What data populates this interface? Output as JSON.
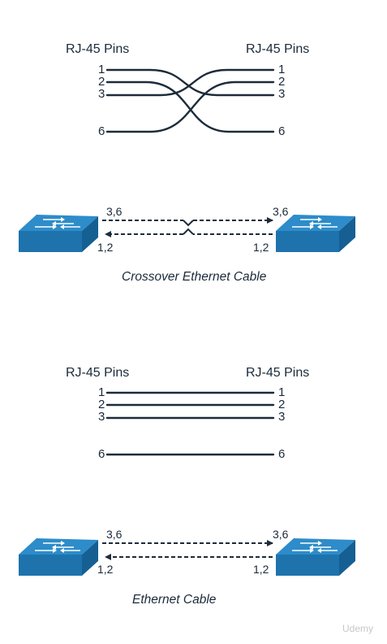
{
  "colors": {
    "wire": "#1d2b3a",
    "switch_top": "#2d8cc9",
    "switch_front": "#1e73ad",
    "switch_side": "#155f92",
    "switch_arrows": "#ffffff",
    "text": "#1b2a3a",
    "watermark": "#c7c7c7"
  },
  "crossover": {
    "left_heading": "RJ-45 Pins",
    "right_heading": "RJ-45 Pins",
    "left_pins": [
      "1",
      "2",
      "3",
      "6"
    ],
    "right_pins": [
      "1",
      "2",
      "3",
      "6"
    ],
    "link_top_left": "3,6",
    "link_top_right": "3,6",
    "link_bottom_left": "1,2",
    "link_bottom_right": "1,2",
    "caption": "Crossover Ethernet Cable"
  },
  "straight": {
    "left_heading": "RJ-45 Pins",
    "right_heading": "RJ-45 Pins",
    "left_pins": [
      "1",
      "2",
      "3",
      "6"
    ],
    "right_pins": [
      "1",
      "2",
      "3",
      "6"
    ],
    "link_top_left": "3,6",
    "link_top_right": "3,6",
    "link_bottom_left": "1,2",
    "link_bottom_right": "1,2",
    "caption": "Ethernet Cable"
  },
  "watermark": "Udemy",
  "icons": [
    "network-switch-icon"
  ]
}
